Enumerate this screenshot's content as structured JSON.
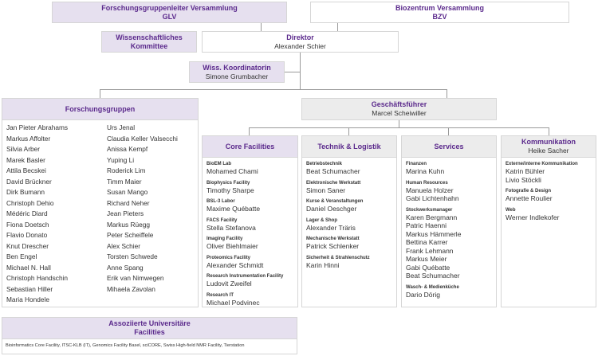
{
  "glv": {
    "title": "Forschungsgruppenleiter Versammlung",
    "abbr": "GLV"
  },
  "bzv": {
    "title": "Biozentrum Versammlung",
    "abbr": "BZV"
  },
  "wk": {
    "line1": "Wissenschaftliches",
    "line2": "Kommittee"
  },
  "direktor": {
    "title": "Direktor",
    "name": "Alexander Schier"
  },
  "koord": {
    "title": "Wiss. Koordinatorin",
    "name": "Simone Grumbacher"
  },
  "gf": {
    "title": "Geschäftsführer",
    "name": "Marcel Scheiwiller"
  },
  "forschung": {
    "title": "Forschungsgruppen",
    "col1": [
      "Jan Pieter Abrahams",
      "Markus Affolter",
      "Silvia Arber",
      "Marek Basler",
      "Attila Becskei",
      "David Brückner",
      "Dirk Bumann",
      "Christoph Dehio",
      "Médéric Diard",
      "Fiona Doetsch",
      "Flavio Donato",
      "Knut Drescher",
      "Ben Engel",
      "Michael N. Hall",
      "Christoph Handschin",
      "Sebastian Hiller",
      "Maria Hondele"
    ],
    "col2": [
      "Urs Jenal",
      "Claudia Keller Valsecchi",
      "Anissa Kempf",
      "Yuping Li",
      "Roderick Lim",
      "Timm Maier",
      "Susan Mango",
      "Richard Neher",
      "Jean Pieters",
      "Markus Rüegg",
      "Peter Scheiffele",
      "Alex Schier",
      "Torsten Schwede",
      "Anne Spang",
      "Erik van Nimwegen",
      "Mihaela Zavolan"
    ]
  },
  "core": {
    "title": "Core Facilities",
    "sections": [
      {
        "label": "BioEM Lab",
        "names": [
          "Mohamed Chami"
        ]
      },
      {
        "label": "Biophysics Facility",
        "names": [
          "Timothy Sharpe"
        ]
      },
      {
        "label": "BSL-3 Labor",
        "names": [
          "Maxime Québatte"
        ]
      },
      {
        "label": "FACS Facility",
        "names": [
          "Stella Stefanova"
        ]
      },
      {
        "label": "Imaging Facility",
        "names": [
          "Oliver Biehlmaier"
        ]
      },
      {
        "label": "Proteomics Facility",
        "names": [
          "Alexander Schmidt"
        ]
      },
      {
        "label": "Research Instrumentation Facility",
        "names": [
          "Ludovit Zweifel"
        ]
      },
      {
        "label": "Research IT",
        "names": [
          "Michael Podvinec"
        ]
      }
    ]
  },
  "technik": {
    "title": "Technik & Logistik",
    "sections": [
      {
        "label": "Betriebstechnik",
        "names": [
          "Beat Schumacher"
        ]
      },
      {
        "label": "Elektronische Werkstatt",
        "names": [
          "Simon Saner"
        ]
      },
      {
        "label": "Kurse & Veranstaltungen",
        "names": [
          "Daniel Oeschger"
        ]
      },
      {
        "label": "Lager & Shop",
        "names": [
          "Alexander Träris"
        ]
      },
      {
        "label": "Mechanische Werkstatt",
        "names": [
          "Patrick Schlenker"
        ]
      },
      {
        "label": "Sicherheit & Strahlenschutz",
        "names": [
          "Karin Hinni"
        ]
      }
    ]
  },
  "services": {
    "title": "Services",
    "sections": [
      {
        "label": "Finanzen",
        "names": [
          "Marina Kuhn"
        ]
      },
      {
        "label": "Human Resources",
        "names": [
          "Manuela Holzer",
          "Gabi Lichtenhahn"
        ]
      },
      {
        "label": "Stockwerksmanager",
        "names": [
          "Karen Bergmann",
          "Patric Haenni",
          "Markus Hämmerle",
          "Bettina Karrer",
          "Frank Lehmann",
          "Markus Meier",
          "Gabi Québatte",
          "Beat Schumacher"
        ]
      },
      {
        "label": "Wasch- & Medienküche",
        "names": [
          "Dario Dörig"
        ]
      }
    ]
  },
  "komm": {
    "title": "Kommunikation",
    "name": "Heike Sacher",
    "sections": [
      {
        "label": "Externe/interne Kommunikation",
        "names": [
          "Katrin Bühler",
          "Livio Stöckli"
        ]
      },
      {
        "label": "Fotografie & Design",
        "names": [
          "Annette Roulier"
        ]
      },
      {
        "label": "Web",
        "names": [
          "Werner Indlekofer"
        ]
      }
    ]
  },
  "assoz": {
    "line1": "Assoziierte Universitäre",
    "line2": "Facilities",
    "text": "Bioinformatics Core Facility, ITSC-KLB (IT), Genomics Facility Basel, sciCORE, Swiss High-field NMR Facility, Tierstation"
  }
}
